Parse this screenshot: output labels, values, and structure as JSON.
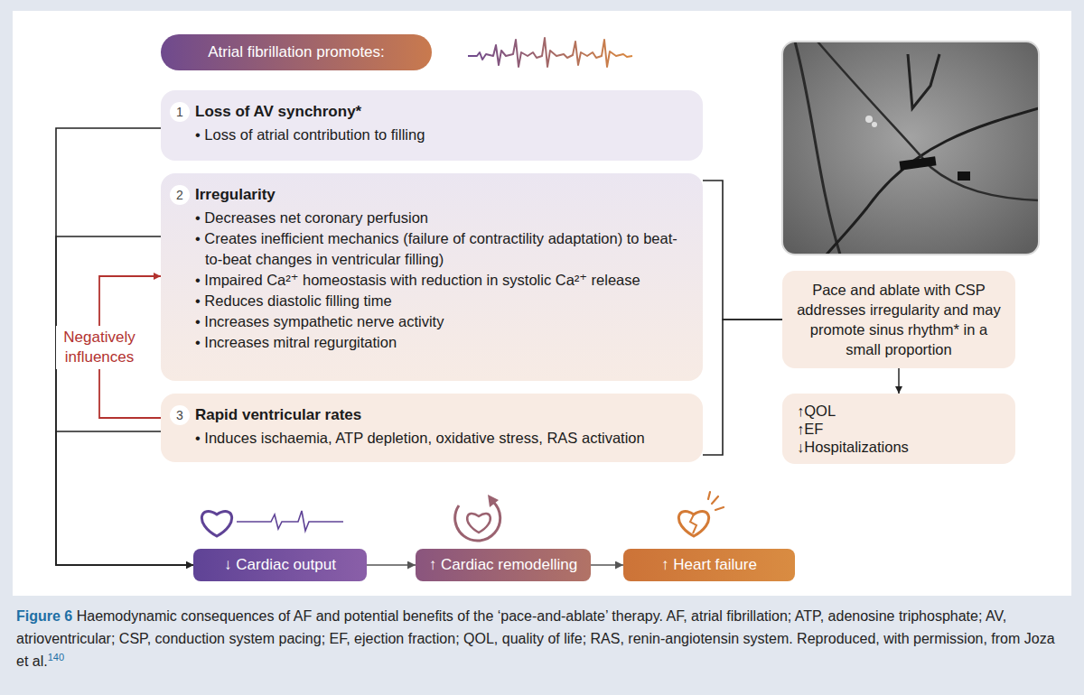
{
  "diagram": {
    "caption": "Haemodynamic consequences of AF and potential benefits of the ‘pace-and-ablate’ therapy. AF, atrial fibrillation; ATP, adenosine triphosphate; AV, atrioventricular; CSP, conduction system pacing; EF, ejection fraction; QOL, quality of life; RAS, renin-angiotensin system. Reproduced, with permission, from Joza et al.",
    "nodes": [
      {
        "text": [
          "Atrial fibrillation promotes:"
        ]
      },
      {
        "text": [
          "1",
          "Loss of AV synchrony*",
          "• Loss of atrial contribution to filling"
        ]
      },
      {
        "text": [
          "2",
          "Irregularity",
          "• Decreases net coronary perfusion",
          "• Creates inefficient mechanics (failure of contractility adaptation) to beat-to-beat changes in ventricular filling)",
          "• Impaired Ca²⁺ homeostasis with reduction in systolic Ca²⁺ release",
          "• Reduces diastolic filling time",
          "• Increases sympathetic nerve activity",
          "• Increases mitral regurgitation"
        ]
      },
      {
        "text": [
          "3",
          "Rapid ventricular rates",
          "• Induces ischaemia, ATP depletion, oxidative stress, RAS activation"
        ]
      },
      {
        "text": [
          "Pace and ablate with CSP addresses irregularity and may promote sinus rhythm* in a small proportion"
        ]
      },
      {
        "text": [
          "↑QOL",
          "↑EF",
          "↓Hospitalizations"
        ]
      },
      {
        "text": [
          "↓ Cardiac output"
        ]
      },
      {
        "text": [
          "↑ Cardiac remodelling"
        ]
      },
      {
        "text": [
          "↑ Heart failure"
        ]
      }
    ],
    "edges": [
      {
        "from": 1,
        "to": 6,
        "arrow": "to"
      },
      {
        "from": 2,
        "to": 6,
        "arrow": "to"
      },
      {
        "from": 3,
        "to": 6,
        "arrow": "to"
      },
      {
        "from": 3,
        "to": 2,
        "label": "Negatively influences",
        "arrow": "to"
      },
      {
        "from": 2,
        "to": 4,
        "arrow": "none"
      },
      {
        "from": 3,
        "to": 4,
        "arrow": "none"
      },
      {
        "from": 4,
        "to": 5,
        "arrow": "to"
      },
      {
        "from": 6,
        "to": 7,
        "arrow": "to"
      },
      {
        "from": 7,
        "to": 8,
        "arrow": "to"
      }
    ],
    "labels": [
      "Figure 6",
      "140"
    ]
  }
}
